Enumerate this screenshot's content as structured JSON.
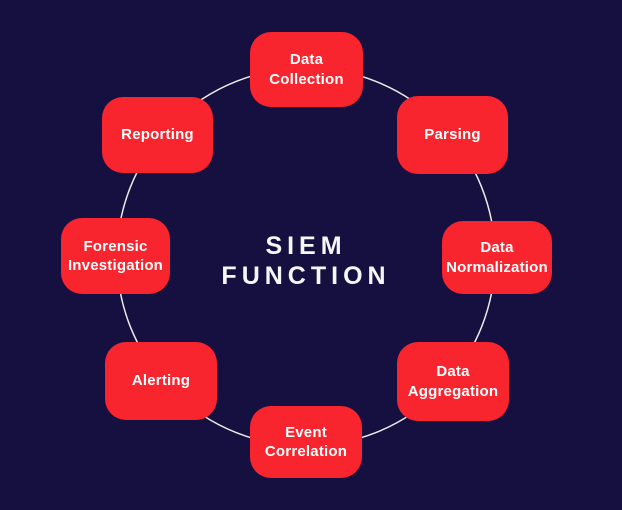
{
  "title": {
    "line1": "SIEM",
    "line2": "FUNCTION"
  },
  "colors": {
    "background": "#151040",
    "node-fill": "#F8242E",
    "node-text": "#FFFFFF",
    "title-text": "#F7F5F7",
    "ring": "#EFE9EA"
  },
  "nodes": [
    {
      "id": "data-collection",
      "label": "Data\nCollection"
    },
    {
      "id": "parsing",
      "label": "Parsing"
    },
    {
      "id": "data-normalization",
      "label": "Data\nNormalization"
    },
    {
      "id": "data-aggregation",
      "label": "Data\nAggregation"
    },
    {
      "id": "event-correlation",
      "label": "Event\nCorrelation"
    },
    {
      "id": "alerting",
      "label": "Alerting"
    },
    {
      "id": "forensic-investigation",
      "label": "Forensic\nInvestigation"
    },
    {
      "id": "reporting",
      "label": "Reporting"
    }
  ]
}
